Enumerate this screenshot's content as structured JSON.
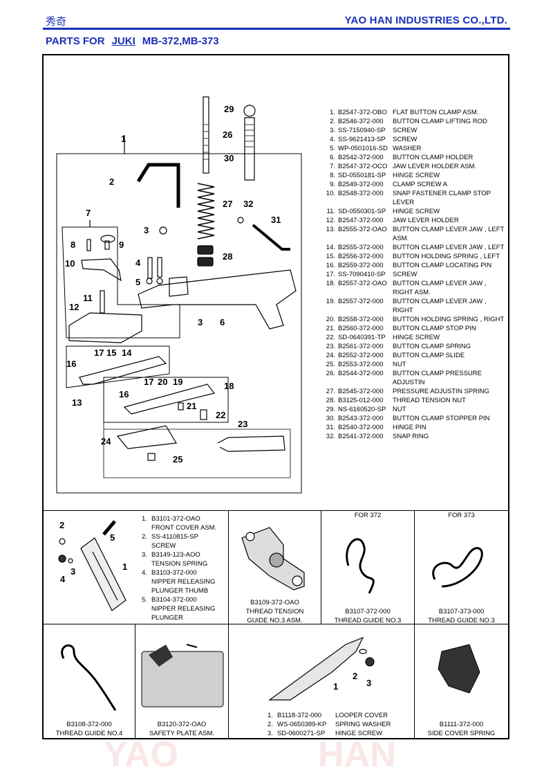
{
  "header": {
    "left": "秀奇",
    "right": "YAO HAN INDUSTRIES CO.,LTD.",
    "parts_for": "PARTS FOR",
    "brand": "JUKI",
    "model": "MB-372,MB-373"
  },
  "watermark": {
    "text_a": "YAO",
    "text_b": "HAN"
  },
  "main_parts": [
    {
      "n": "1.",
      "pn": "B2547-372-OBO",
      "desc": "FLAT BUTTON CLAMP ASM."
    },
    {
      "n": "2.",
      "pn": "B2546-372-000",
      "desc": "BUTTON CLAMP LIFTING ROD"
    },
    {
      "n": "3.",
      "pn": "SS-7150940-SP",
      "desc": "SCREW"
    },
    {
      "n": "4.",
      "pn": "SS-9621413-SP",
      "desc": "SCREW"
    },
    {
      "n": "5.",
      "pn": "WP-0501016-SD",
      "desc": "WASHER"
    },
    {
      "n": "6.",
      "pn": "B2542-372-000",
      "desc": "BUTTON CLAMP HOLDER"
    },
    {
      "n": "7.",
      "pn": "B2547-372-OCO",
      "desc": "JAW LEVER HOLDER ASM."
    },
    {
      "n": "8.",
      "pn": "SD-0550181-SP",
      "desc": "HINGE SCREW"
    },
    {
      "n": "9.",
      "pn": "B2549-372-000",
      "desc": "CLAMP SCREW A"
    },
    {
      "n": "10.",
      "pn": "B2548-372-000",
      "desc": "SNAP FASTENER CLAMP STOP LEVER"
    },
    {
      "n": "11.",
      "pn": "SD-0550301-SP",
      "desc": "HINGE SCREW"
    },
    {
      "n": "12.",
      "pn": "B2547-372-000",
      "desc": "JAW LEVER HOLDER"
    },
    {
      "n": "13.",
      "pn": "B2555-372-OAO",
      "desc": "BUTTON CLAMP LEVER  JAW , LEFT ASM."
    },
    {
      "n": "14.",
      "pn": "B2555-372-000",
      "desc": "BUTTON CLAMP LEVER  JAW , LEFT"
    },
    {
      "n": "15.",
      "pn": "B2556-372-000",
      "desc": "BUTTON HOLDING SPRING , LEFT"
    },
    {
      "n": "16.",
      "pn": "B2559-372-000",
      "desc": "BUTTON CLAMP LOCATING PIN"
    },
    {
      "n": "17.",
      "pn": "SS-7090410-SP",
      "desc": "SCREW"
    },
    {
      "n": "18.",
      "pn": "B2557-372-OAO",
      "desc": "BUTTON CLAMP LEVER  JAW , RIGHT ASM."
    },
    {
      "n": "19.",
      "pn": "B2557-372-000",
      "desc": "BUTTON CLAMP LEVER  JAW , RIGHT"
    },
    {
      "n": "20.",
      "pn": "B2558-372-000",
      "desc": "BUTTON HOLDING SPRING , RIGHT"
    },
    {
      "n": "21.",
      "pn": "B2560-372-000",
      "desc": "BUTTON CLAMP STOP PIN"
    },
    {
      "n": "22.",
      "pn": "SD-0640391-TP",
      "desc": "HINGE SCREW"
    },
    {
      "n": "23.",
      "pn": "B2561-372-000",
      "desc": "BUTTON CLAMP SPRING"
    },
    {
      "n": "24.",
      "pn": "B2552-372-000",
      "desc": "BUTTON CLAMP SLIDE"
    },
    {
      "n": "25.",
      "pn": "B2553-372-000",
      "desc": "NUT"
    },
    {
      "n": "26.",
      "pn": "B2544-372-000",
      "desc": "BUTTON CLAMP PRESSURE ADJUSTIN"
    },
    {
      "n": "27.",
      "pn": "B2545-372-000",
      "desc": "PRESSURE ADJUSTIN SPRING"
    },
    {
      "n": "28.",
      "pn": "B3125-012-000",
      "desc": "THREAD TENSION NUT"
    },
    {
      "n": "29.",
      "pn": "NS-6160520-SP",
      "desc": "NUT"
    },
    {
      "n": "30.",
      "pn": "B2543-372-000",
      "desc": "BUTTON CLAMP STOPPER PIN"
    },
    {
      "n": "31.",
      "pn": "B2540-372-000",
      "desc": "HINGE PIN"
    },
    {
      "n": "32.",
      "pn": "B2541-372-000",
      "desc": "SNAP RING"
    }
  ],
  "main_callouts": [
    "1",
    "2",
    "3",
    "3",
    "4",
    "5",
    "6",
    "7",
    "8",
    "9",
    "10",
    "11",
    "12",
    "13",
    "14",
    "15",
    "16",
    "17",
    "16",
    "17",
    "20",
    "19",
    "18",
    "21",
    "22",
    "23",
    "24",
    "25",
    "26",
    "27",
    "28",
    "29",
    "30",
    "31",
    "32"
  ],
  "front_cover": {
    "items": [
      {
        "n": "1.",
        "text": "B3101-372-OAO"
      },
      {
        "n": "",
        "text": "FRONT COVER ASM."
      },
      {
        "n": "2.",
        "text": "SS-4110815-SP"
      },
      {
        "n": "",
        "text": "SCREW"
      },
      {
        "n": "3.",
        "text": "B3149-123-AOO"
      },
      {
        "n": "",
        "text": "TENSION SPRING"
      },
      {
        "n": "4.",
        "text": "B3103-372-000"
      },
      {
        "n": "",
        "text": "NIPPER RELEASING"
      },
      {
        "n": "",
        "text": "PLUNGER THUMB"
      },
      {
        "n": "5.",
        "text": "B3104-372-000"
      },
      {
        "n": "",
        "text": "NIPPER RELEASING"
      },
      {
        "n": "",
        "text": "PLUNGER"
      }
    ],
    "callouts": [
      "1",
      "2",
      "3",
      "4",
      "5"
    ]
  },
  "thread_tension_guide": {
    "pn": "B3109-372-OAO",
    "name_1": "THREAD TENSION",
    "name_2": "GUIDE NO.3 ASM."
  },
  "thread_guide_372": {
    "for": "FOR 372",
    "pn": "B3107-372-000",
    "name": "THREAD GUIDE NO.3"
  },
  "thread_guide_373": {
    "for": "FOR 373",
    "pn": "B3107-373-000",
    "name": "THREAD GUIDE NO.3"
  },
  "thread_guide_4": {
    "pn": "B3108-372-000",
    "name": "THREAD GUIDE NO.4"
  },
  "safety_plate": {
    "pn": "B3120-372-OAO",
    "name": "SAFETY PLATE ASM."
  },
  "looper_cover": {
    "items": [
      {
        "n": "1.",
        "pn": "B1118-372-000",
        "desc": "LOOPER COVER"
      },
      {
        "n": "2.",
        "pn": "WS-0650389-KP",
        "desc": "SPRING WASHER"
      },
      {
        "n": "3.",
        "pn": "SD-0600271-SP",
        "desc": "HINGE SCREW"
      }
    ],
    "callouts": [
      "1",
      "2",
      "3"
    ]
  },
  "side_cover_spring": {
    "pn": "B1111-372-000",
    "name": "SIDE COVER SPRING"
  }
}
